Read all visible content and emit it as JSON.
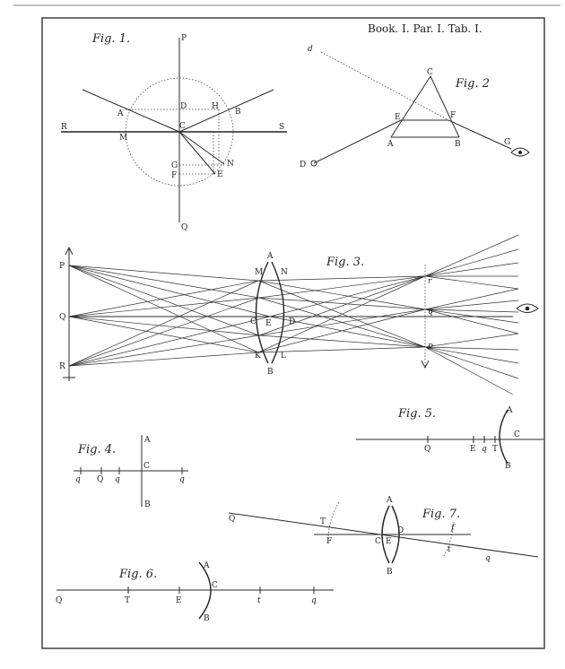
{
  "header": {
    "caption": "Book. I. Par. I. Tab. I."
  },
  "fig1": {
    "title": "Fig. 1.",
    "labels": {
      "P": "P",
      "Q": "Q",
      "R": "R",
      "S": "S",
      "A": "A",
      "B": "B",
      "C": "C",
      "D": "D",
      "H": "H",
      "M": "M",
      "N": "N",
      "G": "G",
      "F": "F",
      "E": "E"
    }
  },
  "fig2": {
    "title": "Fig. 2",
    "labels": {
      "d": "d",
      "C": "C",
      "E": "E",
      "F": "F",
      "A": "A",
      "B": "B",
      "D": "D",
      "G": "G"
    }
  },
  "fig3": {
    "title": "Fig. 3.",
    "labels": {
      "P": "P",
      "Q": "Q",
      "R": "R",
      "A": "A",
      "B": "B",
      "M": "M",
      "N": "N",
      "C": "C",
      "E": "E",
      "D": "D",
      "K": "K",
      "L": "L",
      "r": "r",
      "q": "q",
      "p": "p"
    }
  },
  "fig4": {
    "title": "Fig. 4.",
    "labels": {
      "A": "A",
      "C": "C",
      "B": "B",
      "q1": "q",
      "Q": "Q",
      "q2": "q",
      "q3": "q"
    }
  },
  "fig5": {
    "title": "Fig. 5.",
    "labels": {
      "A": "A",
      "C": "C",
      "B": "B",
      "Q": "Q",
      "E": "E",
      "q": "q",
      "T": "T"
    }
  },
  "fig6": {
    "title": "Fig. 6.",
    "labels": {
      "Q": "Q",
      "T": "T",
      "E": "E",
      "C": "C",
      "A": "A",
      "B": "B",
      "t": "t",
      "q": "q"
    }
  },
  "fig7": {
    "title": "Fig. 7.",
    "labels": {
      "Q": "Q",
      "T": "T",
      "F": "F",
      "C": "C",
      "E": "E",
      "D": "D",
      "A": "A",
      "B": "B",
      "f": "f",
      "t": "t",
      "q": "q"
    }
  },
  "colors": {
    "ink": "#222222",
    "paper": "#ffffff"
  }
}
